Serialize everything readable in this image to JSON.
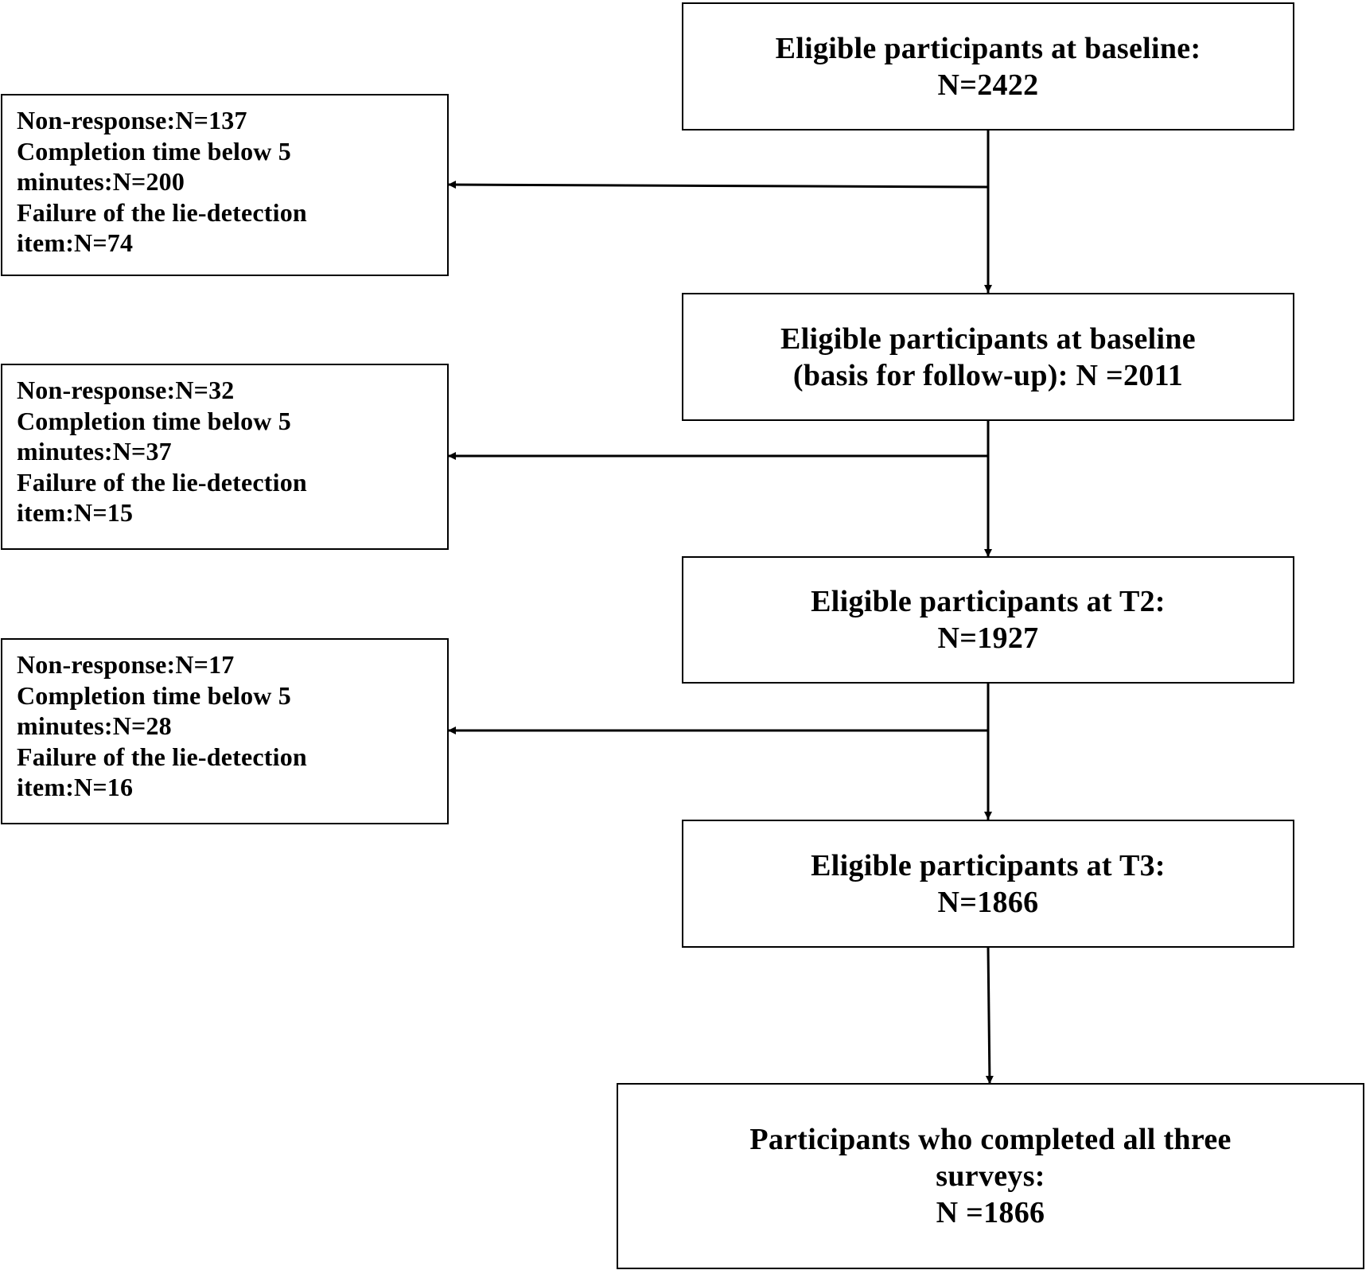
{
  "diagram": {
    "main_boxes": [
      {
        "lines": [
          "Eligible participants at baseline:",
          "N=2422"
        ]
      },
      {
        "lines": [
          "Eligible participants at baseline",
          "(basis for follow-up): N =2011"
        ]
      },
      {
        "lines": [
          "Eligible participants at T2:",
          "N=1927"
        ]
      },
      {
        "lines": [
          "Eligible participants at T3:",
          "N=1866"
        ]
      },
      {
        "lines": [
          "Participants who completed all three",
          "surveys:",
          "N =1866"
        ]
      }
    ],
    "exclusion_boxes": [
      {
        "lines": [
          "Non-response:N=137",
          "Completion time below 5",
          "minutes:N=200",
          "Failure of the lie-detection",
          "item:N=74"
        ]
      },
      {
        "lines": [
          "Non-response:N=32",
          "Completion time below 5",
          "minutes:N=37",
          "Failure of the lie-detection",
          "item:N=15"
        ]
      },
      {
        "lines": [
          "Non-response:N=17",
          "Completion time below 5",
          "minutes:N=28",
          "Failure of the lie-detection",
          "item:N=16"
        ]
      }
    ]
  }
}
